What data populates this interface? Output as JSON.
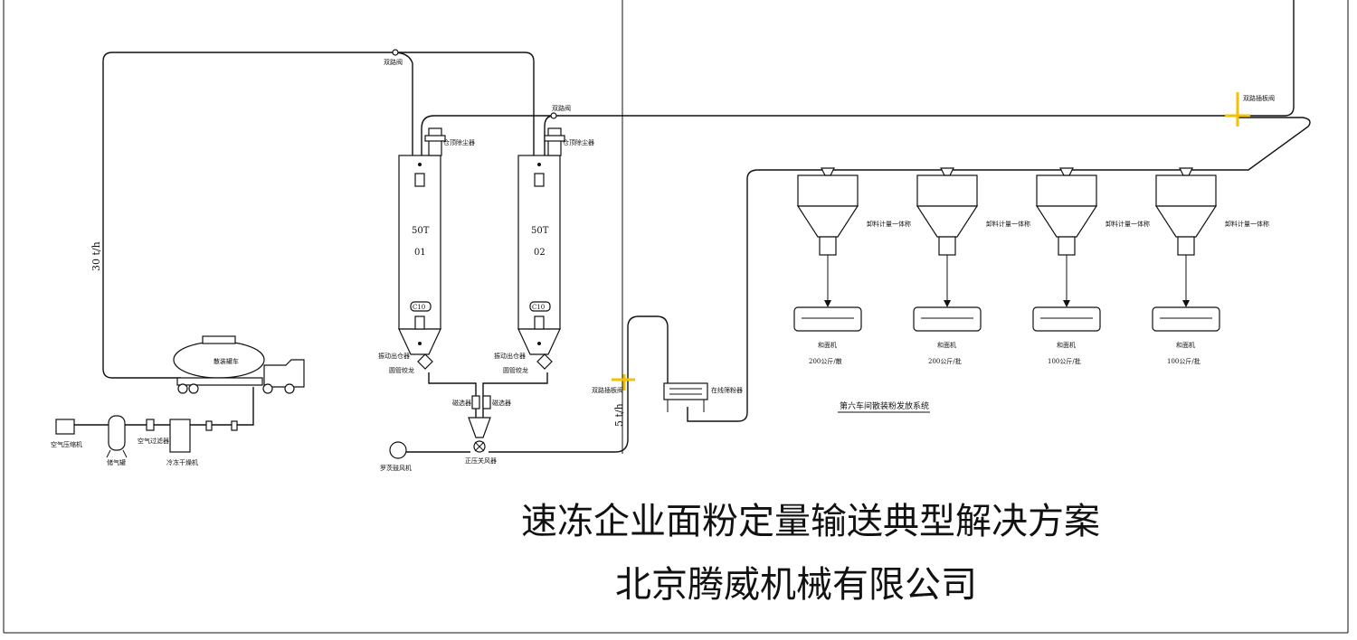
{
  "diagram": {
    "title": "速冻企业面粉定量输送典型解决方案",
    "company": "北京腾威机械有限公司",
    "system_label": "第六车间散装粉发放系统",
    "rates": {
      "truck_line": "30 t/h",
      "feed_line": "5 t/h"
    },
    "valves": {
      "top_left": "双路阀",
      "top_mid": "双路阀",
      "right": "双路插板阀",
      "mid": "双路插板阀"
    },
    "silos": [
      {
        "capacity": "50T",
        "id": "01",
        "dust_label": "仓顶除尘器",
        "gauge": "C10",
        "vibrator_label": "振动出仓器",
        "mixer_label": "圆管绞龙"
      },
      {
        "capacity": "50T",
        "id": "02",
        "dust_label": "仓顶除尘器",
        "gauge": "C10",
        "vibrator_label": "振动出仓器",
        "mixer_label": "圆管绞龙"
      }
    ],
    "magnets": [
      "磁选器",
      "磁选器"
    ],
    "rotary_valve": "正压关风器",
    "blower": "罗茨鼓风机",
    "truck": "散装罐车",
    "compressor_line": [
      "空气压缩机",
      "储气罐",
      "空气过滤器",
      "冷冻干燥机"
    ],
    "sieve": "在线筛粉器",
    "stations": [
      {
        "scale": "卸料计量一体称",
        "mixer": "和面机",
        "capacity": "200公斤/散"
      },
      {
        "scale": "卸料计量一体称",
        "mixer": "和面机",
        "capacity": "200公斤/批"
      },
      {
        "scale": "卸料计量一体称",
        "mixer": "和面机",
        "capacity": "100公斤/批"
      },
      {
        "scale": "卸料计量一体称",
        "mixer": "和面机",
        "capacity": "100公斤/批"
      }
    ],
    "colors": {
      "line": "#111111",
      "valve_highlight": "#f2c200",
      "background": "#ffffff"
    }
  }
}
